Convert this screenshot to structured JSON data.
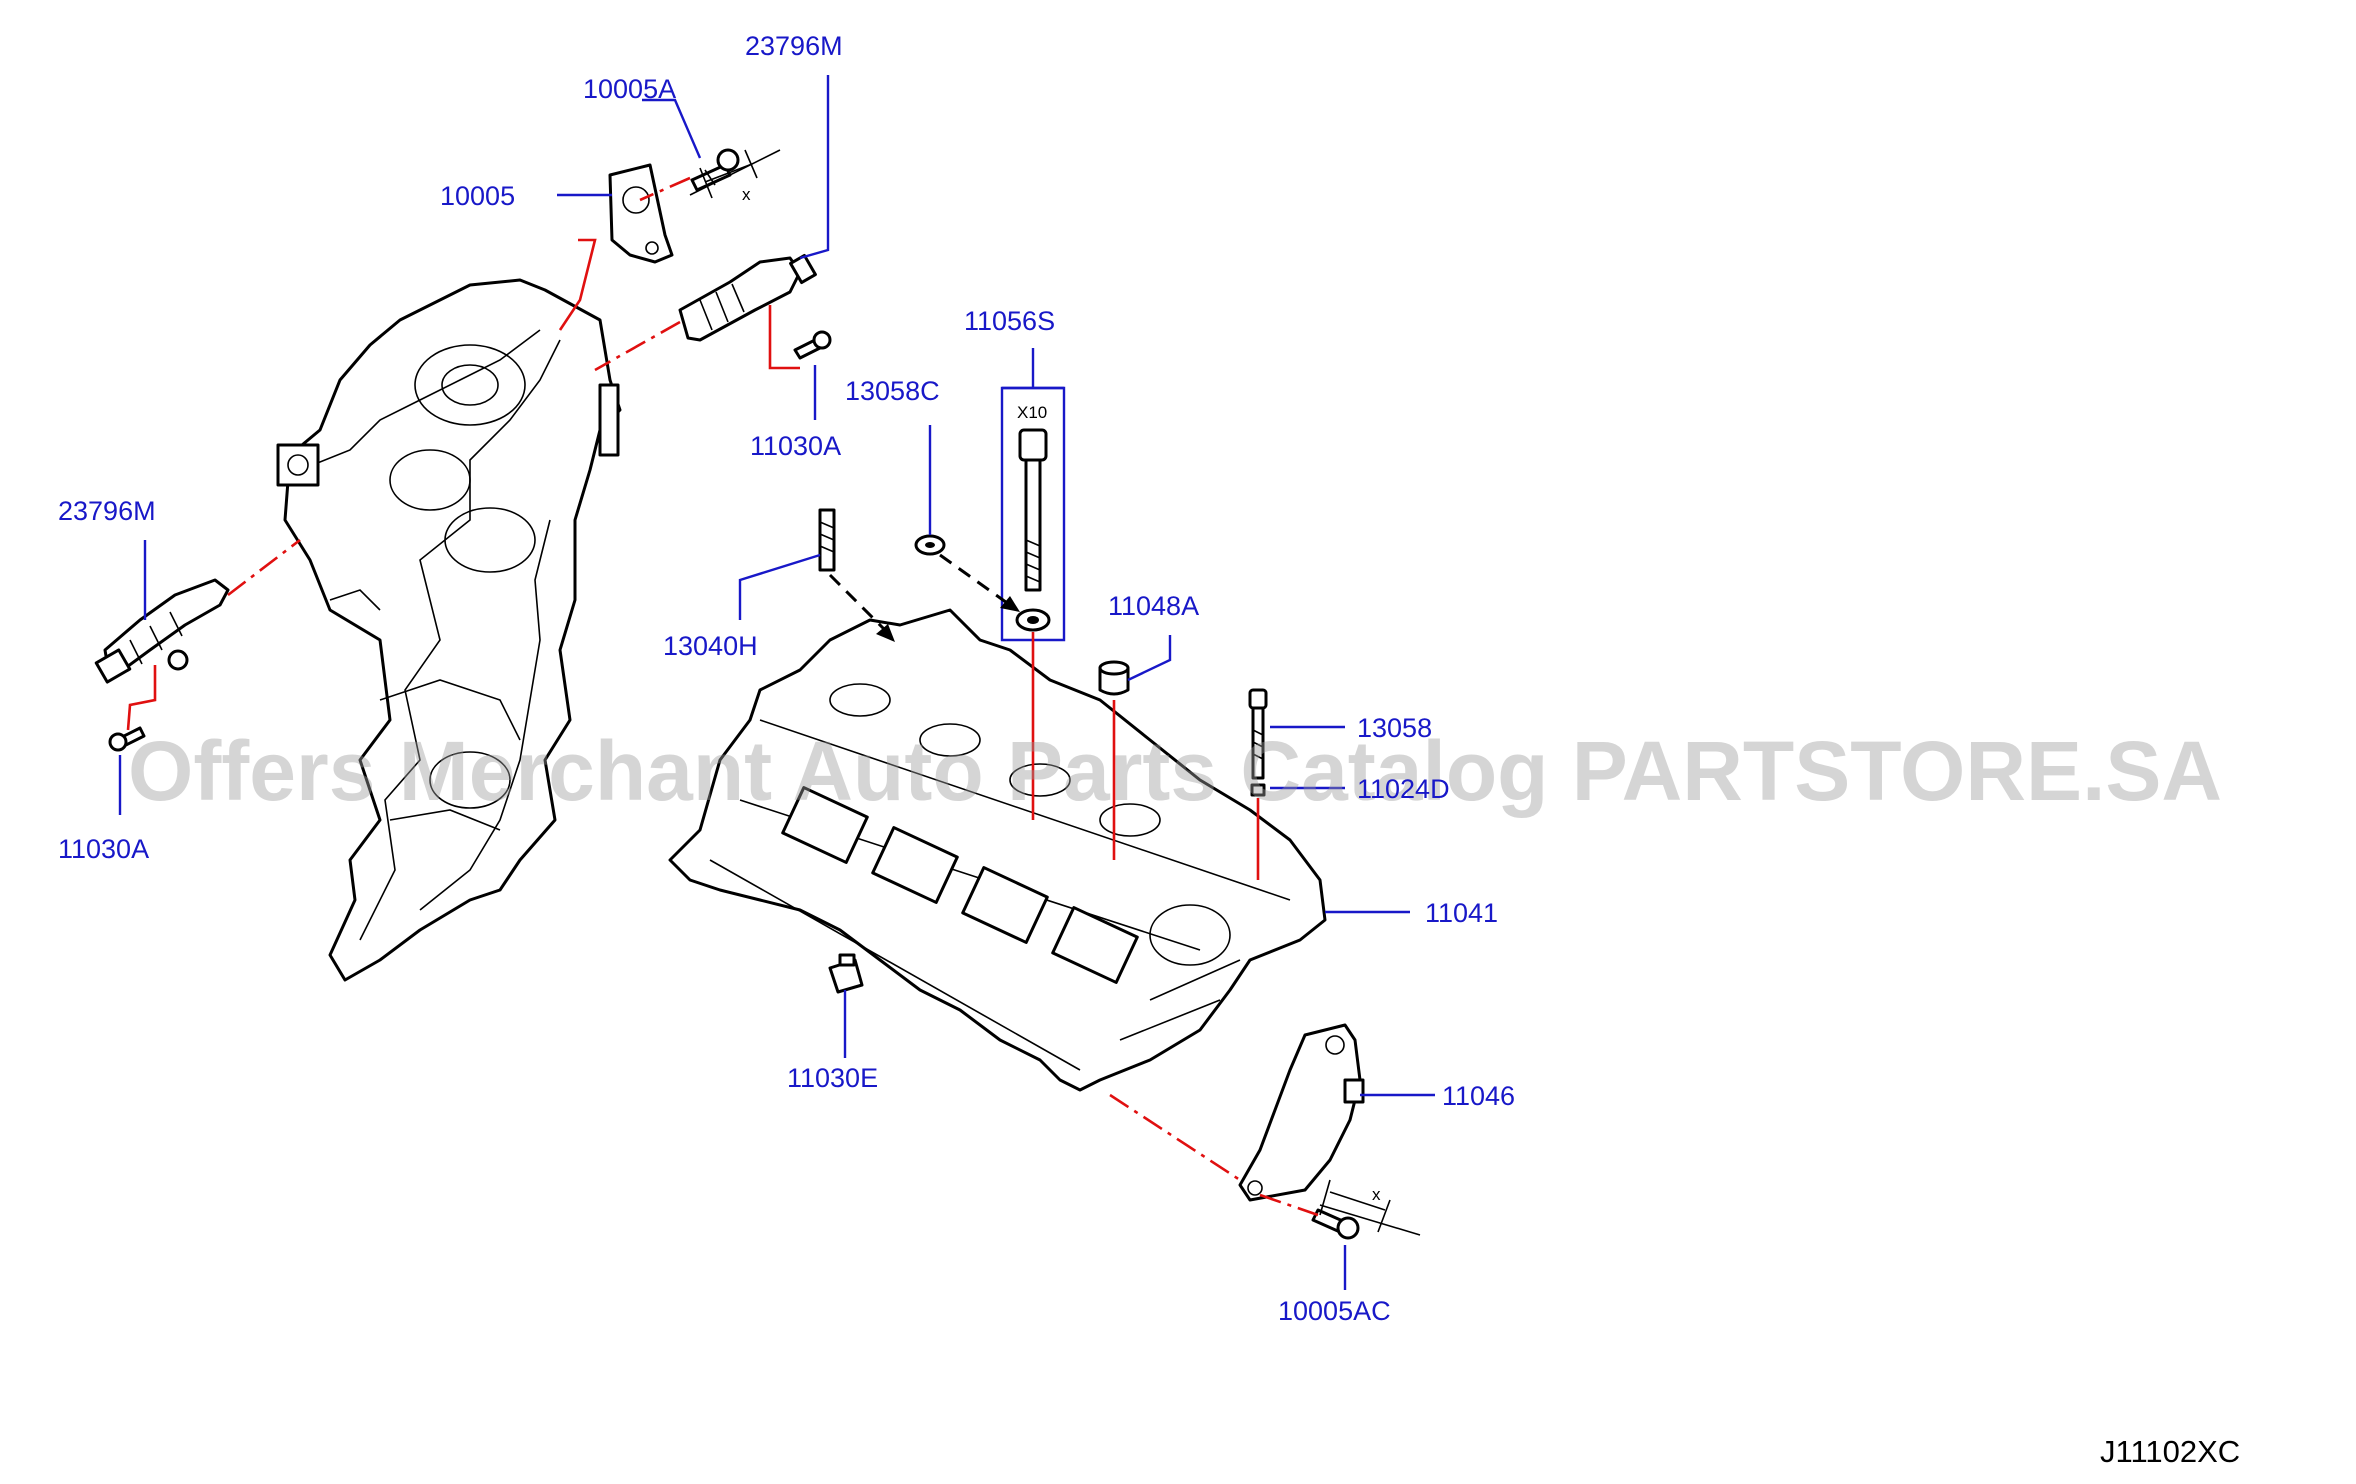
{
  "diagram_code": "J11102XC",
  "watermark": "Offers Merchant Auto Parts Catalog PARTSTORE.SA",
  "colors": {
    "label": "#1818c8",
    "centerline": "#e01010",
    "outline": "#000000",
    "watermark": "#9a9a9a"
  },
  "callouts": {
    "l_23796M_top": "23796M",
    "l_10005A": "10005A",
    "l_10005": "10005",
    "l_11056S": "11056S",
    "l_13058C": "13058C",
    "l_11030A_top": "11030A",
    "l_23796M_left": "23796M",
    "l_13040H": "13040H",
    "l_11048A": "11048A",
    "l_13058": "13058",
    "l_11024D": "11024D",
    "l_11041": "11041",
    "l_11030A_left": "11030A",
    "l_11030E": "11030E",
    "l_11046": "11046",
    "l_10005AC": "10005AC"
  },
  "annotations": {
    "x10_qty": "X10",
    "x_top": "x",
    "x_bottom": "x"
  }
}
